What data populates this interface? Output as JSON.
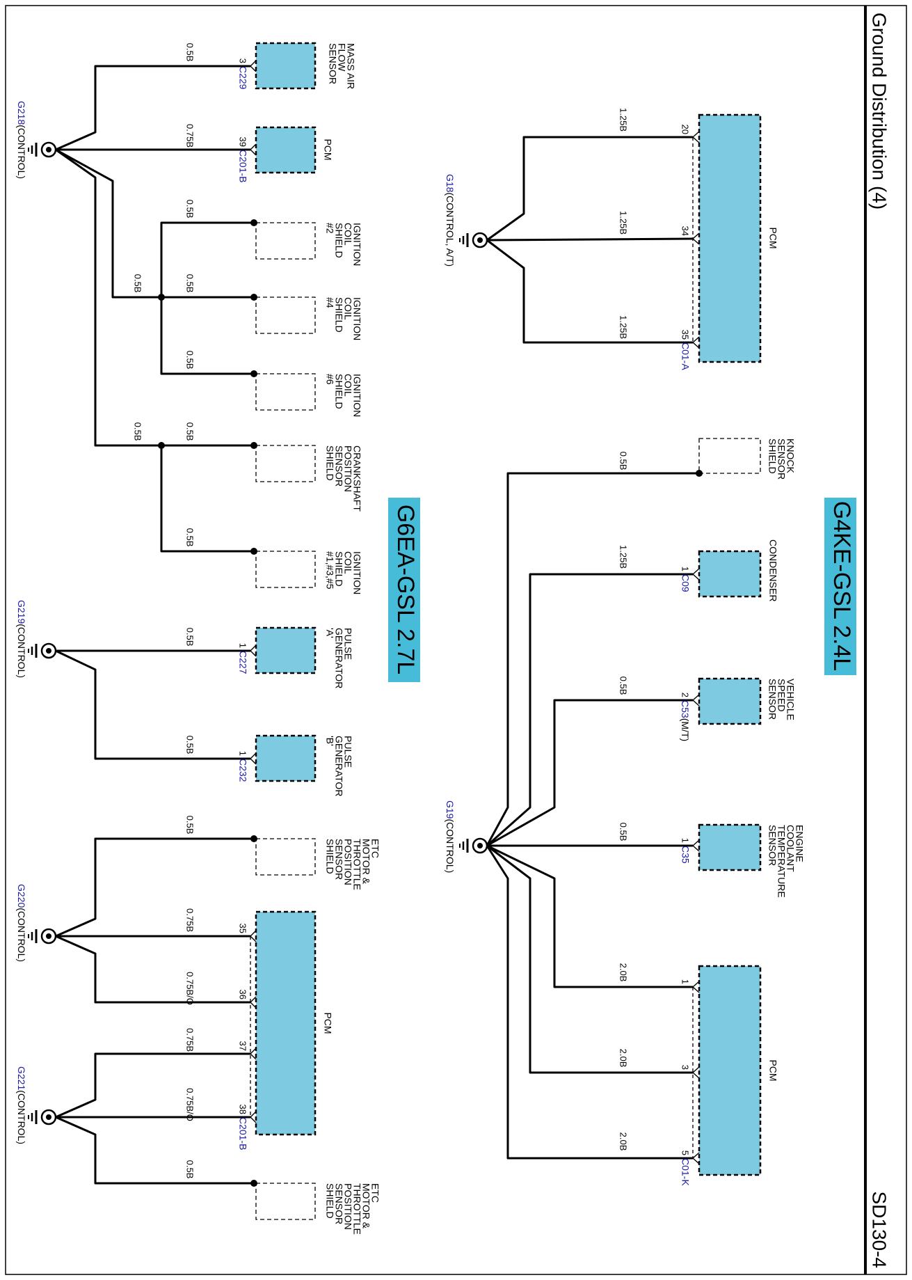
{
  "page": {
    "title": "Ground Distribution (4)",
    "code": "SD130-4"
  },
  "engines": [
    {
      "label": "G4KE-GSL 2.4L"
    },
    {
      "label": "G6EA-GSL 2.7L"
    }
  ],
  "grounds": {
    "g18": "G18",
    "g18_note": "(CONTROL, A/T)",
    "g19a": "G19",
    "g19a_note": "(CONTROL)",
    "g218": "G218",
    "g218_note": "(CONTROL)",
    "g219": "G219",
    "g219_note": "(CONTROL)",
    "g220": "G220",
    "g220_note": "(CONTROL)",
    "g221": "G221",
    "g221_note": "(CONTROL)"
  },
  "connectors": {
    "c01a": "C01-A",
    "c09": "C09",
    "c53": "C53",
    "c53_note": "(M/T)",
    "c35": "C35",
    "c01k": "C01-K",
    "c229": "C229",
    "c201b": "C201-B",
    "c227": "C227",
    "c232": "C232",
    "c201b2": "C201-B"
  },
  "components": {
    "pcm": "PCM",
    "knock": [
      "KNOCK",
      "SENSOR",
      "SHIELD"
    ],
    "condenser": [
      "CONDENSER"
    ],
    "vss": [
      "VEHICLE",
      "SPEED",
      "SENSOR"
    ],
    "ect": [
      "ENGINE",
      "COOLANT",
      "TEMPERATURE",
      "SENSOR"
    ],
    "maf": [
      "MASS AIR",
      "FLOW",
      "SENSOR"
    ],
    "ign2": [
      "IGNITION",
      "COIL",
      "SHIELD",
      "#2"
    ],
    "ign4": [
      "IGNITION",
      "COIL",
      "SHIELD",
      "#4"
    ],
    "ign6": [
      "IGNITION",
      "COIL",
      "SHIELD",
      "#6"
    ],
    "ckp": [
      "CRANKSHAFT",
      "POSITION",
      "SENSOR",
      "SHIELD"
    ],
    "ign135": [
      "IGNITION",
      "COIL",
      "SHIELD",
      "#1,#3,#5"
    ],
    "pga": [
      "PULSE",
      "GENERATOR",
      "'A'"
    ],
    "pgb": [
      "PULSE",
      "GENERATOR",
      "'B'"
    ],
    "etc": [
      "ETC",
      "MOTOR &",
      "THROTTLE",
      "POSITION",
      "SENSOR",
      "SHIELD"
    ]
  },
  "wires": {
    "w_g18_20": "1.25B",
    "w_g18_34": "1.25B",
    "w_g18_35": "1.25B",
    "w_knock": "0.5B",
    "w_cond": "1.25B",
    "w_vss": "0.5B",
    "w_ect": "0.5B",
    "w_k1": "2.0B",
    "w_k3": "2.0B",
    "w_k5": "2.0B",
    "w_maf": "0.5B",
    "w_pcm39": "0.75B",
    "w_ign2": "0.5B",
    "w_ign4": "0.5B",
    "w_ign6": "0.5B",
    "w_ignbranch": "0.5B",
    "w_ckp": "0.5B",
    "w_ckpbranch": "0.5B",
    "w_ign135": "0.5B",
    "w_pga": "0.5B",
    "w_pgb": "0.5B",
    "w_etc1": "0.5B",
    "w_p35": "0.75B",
    "w_p36": "0.75B/O",
    "w_p37": "0.75B",
    "w_p38": "0.75B/O",
    "w_etc2": "0.5B"
  },
  "pins": {
    "p20": "20",
    "p34": "34",
    "p35": "35",
    "p_cond": "1",
    "p_vss": "2",
    "p_ect": "1",
    "p_k1": "1",
    "p_k3": "3",
    "p_k5": "5",
    "p_maf": "3",
    "p_pcm39": "39",
    "p_pga": "1",
    "p_pgb": "1",
    "p_b35": "35",
    "p_b36": "36",
    "p_b37": "37",
    "p_b38": "38"
  }
}
